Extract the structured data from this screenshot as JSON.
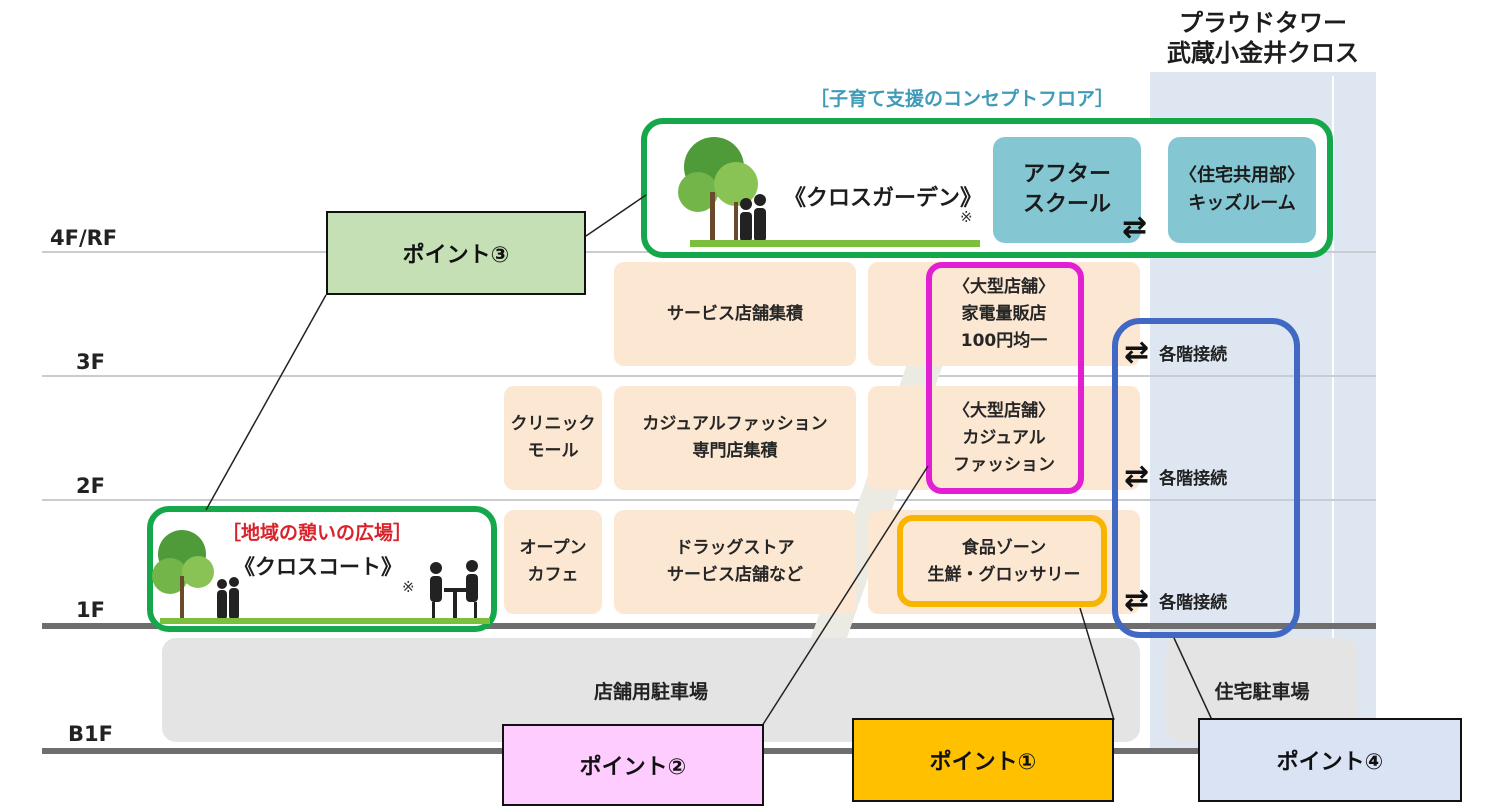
{
  "tower": {
    "title_line1": "プラウドタワー",
    "title_line2": "武蔵小金井クロス"
  },
  "concept_label": "［子育て支援のコンセプトフロア］",
  "floors": {
    "rf": "4F/RF",
    "f3": "3F",
    "f2": "2F",
    "f1": "1F",
    "b1": "B1F"
  },
  "shops": {
    "service_cluster": "サービス店舗集積",
    "large_3f": [
      "〈大型店舗〉",
      "家電量販店",
      "100円均一"
    ],
    "clinic": [
      "クリニック",
      "モール"
    ],
    "casual_cluster": [
      "カジュアルファッション",
      "専門店集積"
    ],
    "large_2f": [
      "〈大型店舗〉",
      "カジュアル",
      "ファッション"
    ],
    "cafe": [
      "オープン",
      "カフェ"
    ],
    "drugstore": [
      "ドラッグストア",
      "サービス店舗など"
    ],
    "food": [
      "食品ゾーン",
      "生鮮・グロッサリー"
    ]
  },
  "garden": {
    "name": "《クロスガーデン》",
    "note": "※"
  },
  "court": {
    "title": "［地域の憩いの広場］",
    "name": "《クロスコート》",
    "note": "※"
  },
  "afterschool": [
    "アフター",
    "スクール"
  ],
  "kids_room": [
    "〈住宅共用部〉",
    "キッズルーム"
  ],
  "connections": {
    "f3": "各階接続",
    "f2": "各階接続",
    "f1": "各階接続"
  },
  "parking": {
    "shop": "店舗用駐車場",
    "residence": "住宅駐車場"
  },
  "points": {
    "p1": "ポイント①",
    "p2": "ポイント②",
    "p3": "ポイント③",
    "p4": "ポイント④"
  },
  "colors": {
    "green": "#14a84a",
    "magenta": "#e21fd3",
    "orange": "#f7b500",
    "blue": "#4169c4",
    "point1_bg": "#ffc000",
    "point2_bg": "#ffccff",
    "point3_bg": "#c5e0b4",
    "point4_bg": "#dae3f3"
  }
}
